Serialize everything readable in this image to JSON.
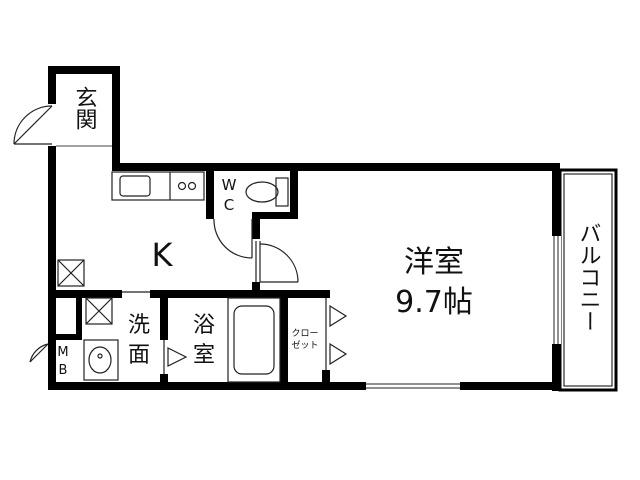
{
  "rooms": {
    "entrance": "玄関",
    "kitchen": "K",
    "wc_1": "W",
    "wc_2": "C",
    "western_room": "洋室",
    "western_room_size": "9.7帖",
    "balcony": "バルコニー",
    "washroom_1": "洗",
    "washroom_2": "面",
    "bathroom_1": "浴",
    "bathroom_2": "室",
    "closet_1": "クロー",
    "closet_2": "ゼット",
    "meter_box_1": "M",
    "meter_box_2": "B"
  },
  "colors": {
    "wall": "#000000",
    "line": "#222222",
    "background": "#ffffff"
  }
}
